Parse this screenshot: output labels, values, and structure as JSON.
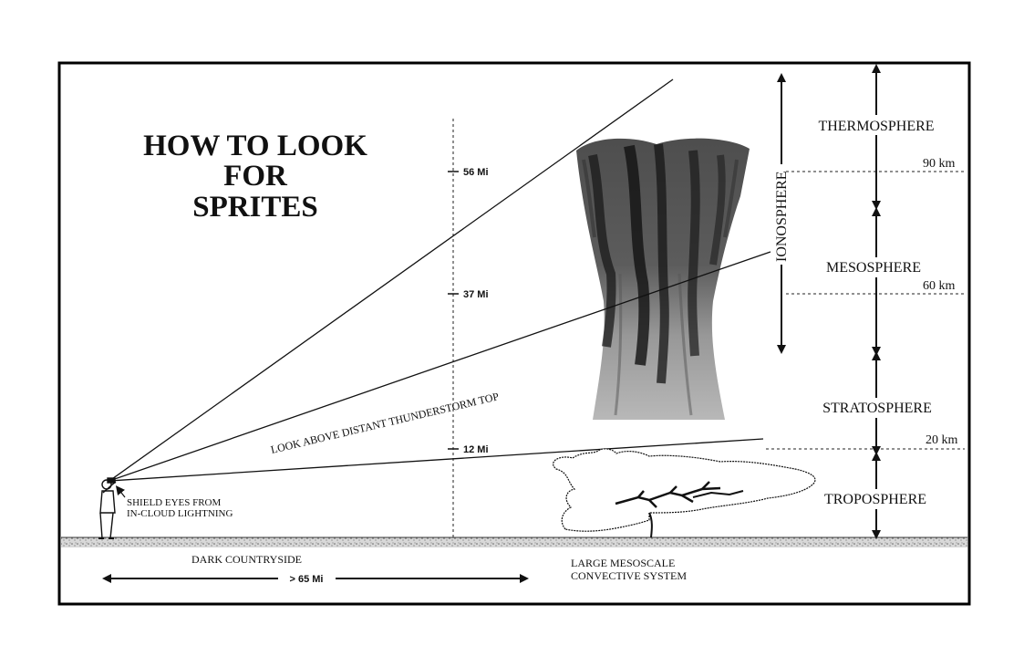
{
  "title": {
    "line1": "HOW TO LOOK",
    "line2": "FOR",
    "line3": "SPRITES"
  },
  "layers": {
    "thermosphere": "THERMOSPHERE",
    "mesosphere": "MESOSPHERE",
    "stratosphere": "STRATOSPHERE",
    "troposphere": "TROPOSPHERE",
    "ionosphere": "IONOSPHERE"
  },
  "altitudes_km": {
    "km90": "90 km",
    "km60": "60 km",
    "km20": "20 km"
  },
  "altitudes_mi": {
    "mi56": "56 Mi",
    "mi37": "37 Mi",
    "mi12": "12 Mi"
  },
  "labels": {
    "look_above": "LOOK ABOVE DISTANT THUNDERSTORM TOP",
    "shield_line1": "SHIELD EYES FROM",
    "shield_line2": "IN-CLOUD LIGHTNING",
    "dark_countryside": "DARK COUNTRYSIDE",
    "distance": "> 65 Mi",
    "mcs_line1": "LARGE MESOSCALE",
    "mcs_line2": "CONVECTIVE SYSTEM"
  },
  "icons": {
    "observer": "person-observer-icon",
    "sprite": "red-sprite-icon",
    "storm": "thunderstorm-cloud-icon",
    "lightning": "lightning-icon"
  },
  "colors": {
    "ink": "#111111",
    "sprite_dark": "#2a2a2a",
    "sprite_light": "#9a9a9a",
    "ground": "#8a8a8a"
  }
}
